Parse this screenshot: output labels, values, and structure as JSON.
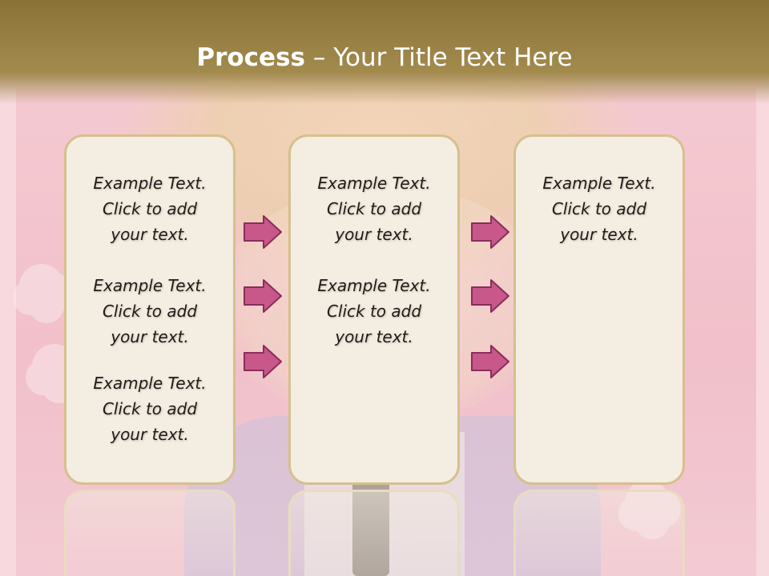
{
  "slide": {
    "title_strong": "Process",
    "title_rest": "  – Your Title Text Here",
    "columns": [
      {
        "items": [
          "Example Text.\nClick  to add\nyour text.",
          "Example Text.\nClick  to add\nyour text.",
          "Example Text.\nClick  to add\nyour text."
        ]
      },
      {
        "items": [
          "Example Text.\nClick  to add\nyour text.",
          "Example Text.\nClick  to add\nyour text."
        ]
      },
      {
        "items": [
          "Example Text.\nClick  to add\nyour text."
        ]
      }
    ]
  },
  "colors": {
    "title_bar": "#8a7136",
    "box_fill": "#f4ede1",
    "box_border": "#d6c08e",
    "arrow_fill": "#c8578a",
    "arrow_stroke": "#8a2d5a",
    "background": "#f4cfd6"
  },
  "icons": [
    "right-arrow-icon"
  ]
}
